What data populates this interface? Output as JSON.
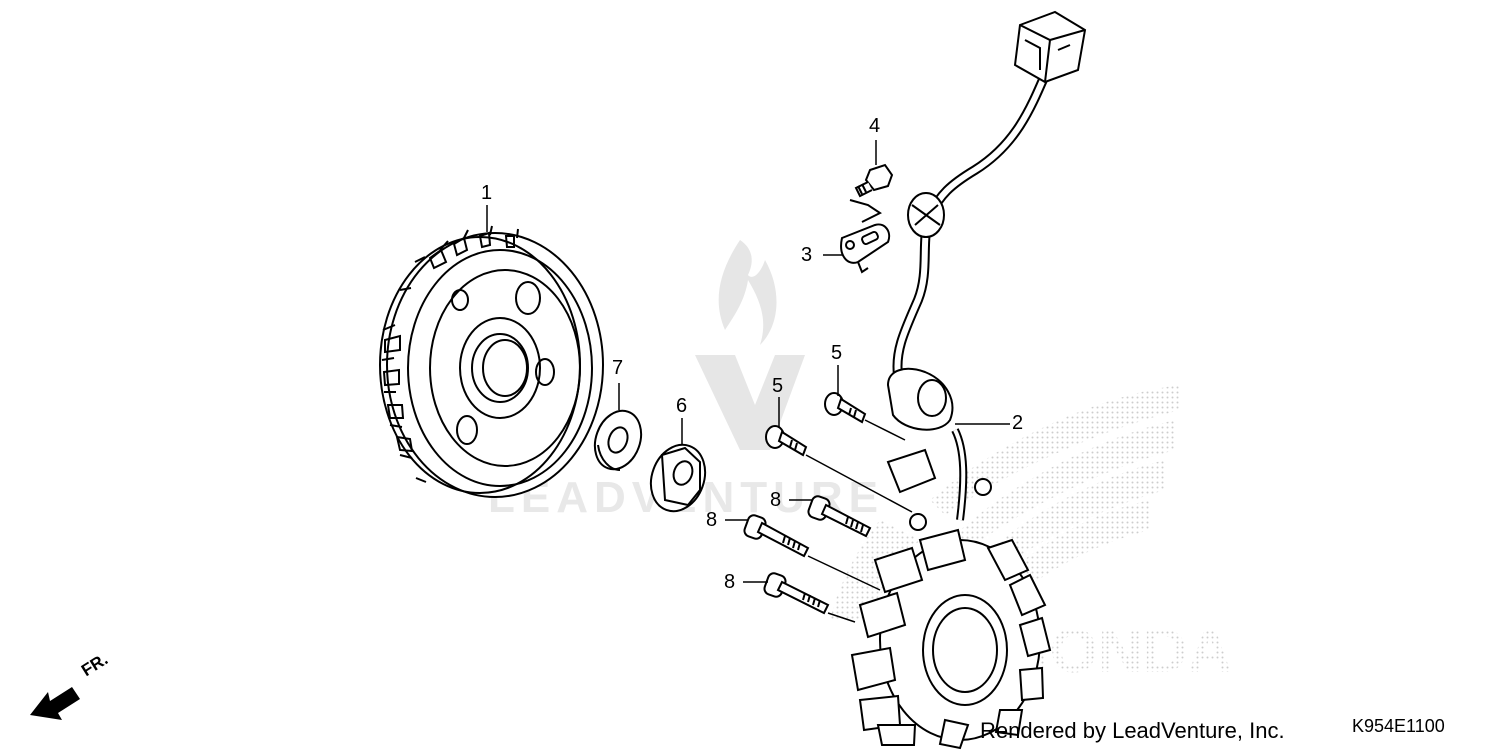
{
  "diagram": {
    "callouts": [
      {
        "id": "c1",
        "text": "1"
      },
      {
        "id": "c2",
        "text": "2"
      },
      {
        "id": "c3",
        "text": "3"
      },
      {
        "id": "c4",
        "text": "4"
      },
      {
        "id": "c5a",
        "text": "5"
      },
      {
        "id": "c5b",
        "text": "5"
      },
      {
        "id": "c6",
        "text": "6"
      },
      {
        "id": "c7",
        "text": "7"
      },
      {
        "id": "c8a",
        "text": "8"
      },
      {
        "id": "c8b",
        "text": "8"
      },
      {
        "id": "c8c",
        "text": "8"
      }
    ],
    "front_label": "FR.",
    "credit": "Rendered by LeadVenture, Inc.",
    "diagram_code": "K954E1100",
    "watermark_text": "LEADVENTURE",
    "brand_watermark_text": "HONDA"
  },
  "colors": {
    "line": "#000000",
    "watermark": "#d9d9d9",
    "stipple": "#c8c8c8"
  }
}
